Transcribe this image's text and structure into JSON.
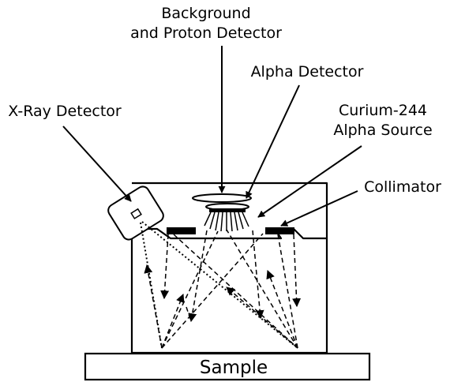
{
  "labels": {
    "background_line1": "Background",
    "background_line2": "and Proton Detector",
    "alpha_detector": "Alpha Detector",
    "curium_line1": "Curium-244",
    "curium_line2": "Alpha  Source",
    "collimator": "Collimator",
    "xray_detector": "X-Ray Detector",
    "sample": "Sample"
  },
  "colors": {
    "ink": "#000000",
    "background": "#ffffff"
  }
}
